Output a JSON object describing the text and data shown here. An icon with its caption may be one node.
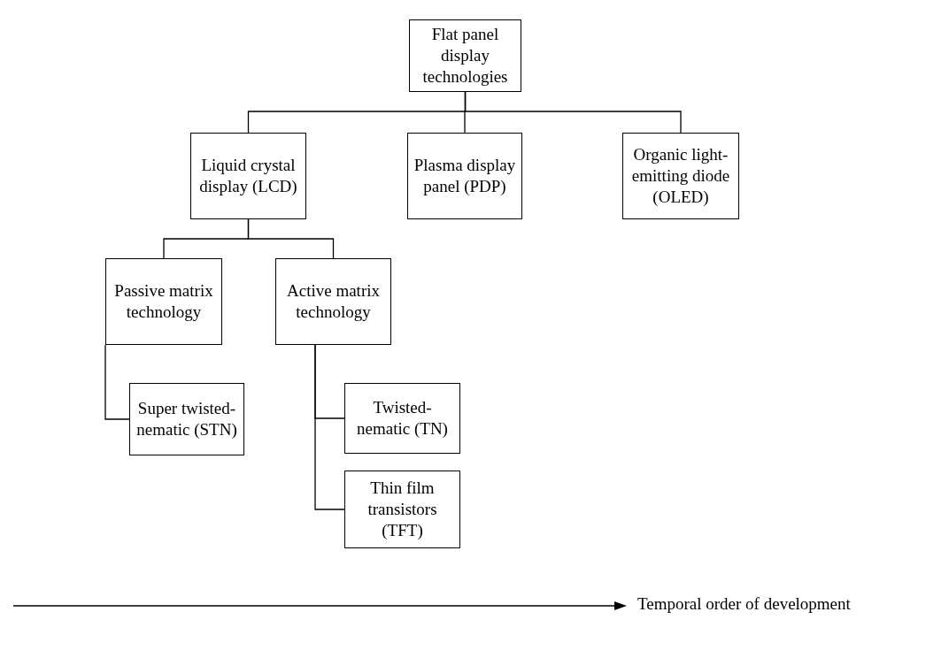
{
  "diagram": {
    "nodes": [
      {
        "text": [
          "Flat panel display technologies"
        ]
      },
      {
        "text": [
          "Liquid crystal display (LCD)"
        ]
      },
      {
        "text": [
          "Plasma display panel (PDP)"
        ]
      },
      {
        "text": [
          "Organic light-emitting diode (OLED)"
        ]
      },
      {
        "text": [
          "Passive matrix technology"
        ]
      },
      {
        "text": [
          "Active matrix technology"
        ]
      },
      {
        "text": [
          "Super twisted-nematic (STN)"
        ]
      },
      {
        "text": [
          "Twisted-nematic (TN)"
        ]
      },
      {
        "text": [
          "Thin film transistors (TFT)"
        ]
      }
    ],
    "edges": [
      {
        "from": 0,
        "to": 1,
        "arrow": "none"
      },
      {
        "from": 0,
        "to": 2,
        "arrow": "none"
      },
      {
        "from": 0,
        "to": 3,
        "arrow": "none"
      },
      {
        "from": 1,
        "to": 4,
        "arrow": "none"
      },
      {
        "from": 1,
        "to": 5,
        "arrow": "none"
      },
      {
        "from": 4,
        "to": 6,
        "arrow": "none"
      },
      {
        "from": 5,
        "to": 7,
        "arrow": "none"
      },
      {
        "from": 5,
        "to": 8,
        "arrow": "none"
      }
    ],
    "labels": [
      "Temporal order of development"
    ]
  }
}
